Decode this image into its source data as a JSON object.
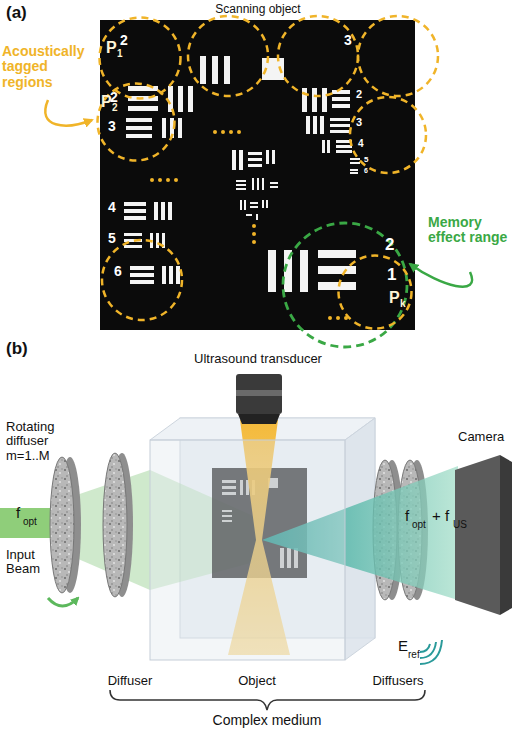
{
  "diagram": {
    "nodes": [
      {
        "text": [
          "P",
          "1"
        ]
      },
      {
        "text": [
          "P",
          "2"
        ]
      },
      {
        "text": [
          "P",
          "k"
        ]
      }
    ],
    "labels": [
      "(a)",
      "Scanning object",
      "Acoustically tagged regions",
      "Memory effect range",
      "2",
      "3",
      "2",
      "3",
      "4",
      "5",
      "6",
      "2",
      "3",
      "4",
      "5",
      "6",
      "2",
      "1",
      "(b)",
      "Ultrasound transducer",
      "Rotating diffuser m=1..M",
      "f",
      "opt",
      "Input Beam",
      "f",
      "opt",
      "+ f",
      "US",
      "Camera",
      "E",
      "ref",
      "Diffuser",
      "Object",
      "Diffusers",
      "Complex medium"
    ]
  }
}
